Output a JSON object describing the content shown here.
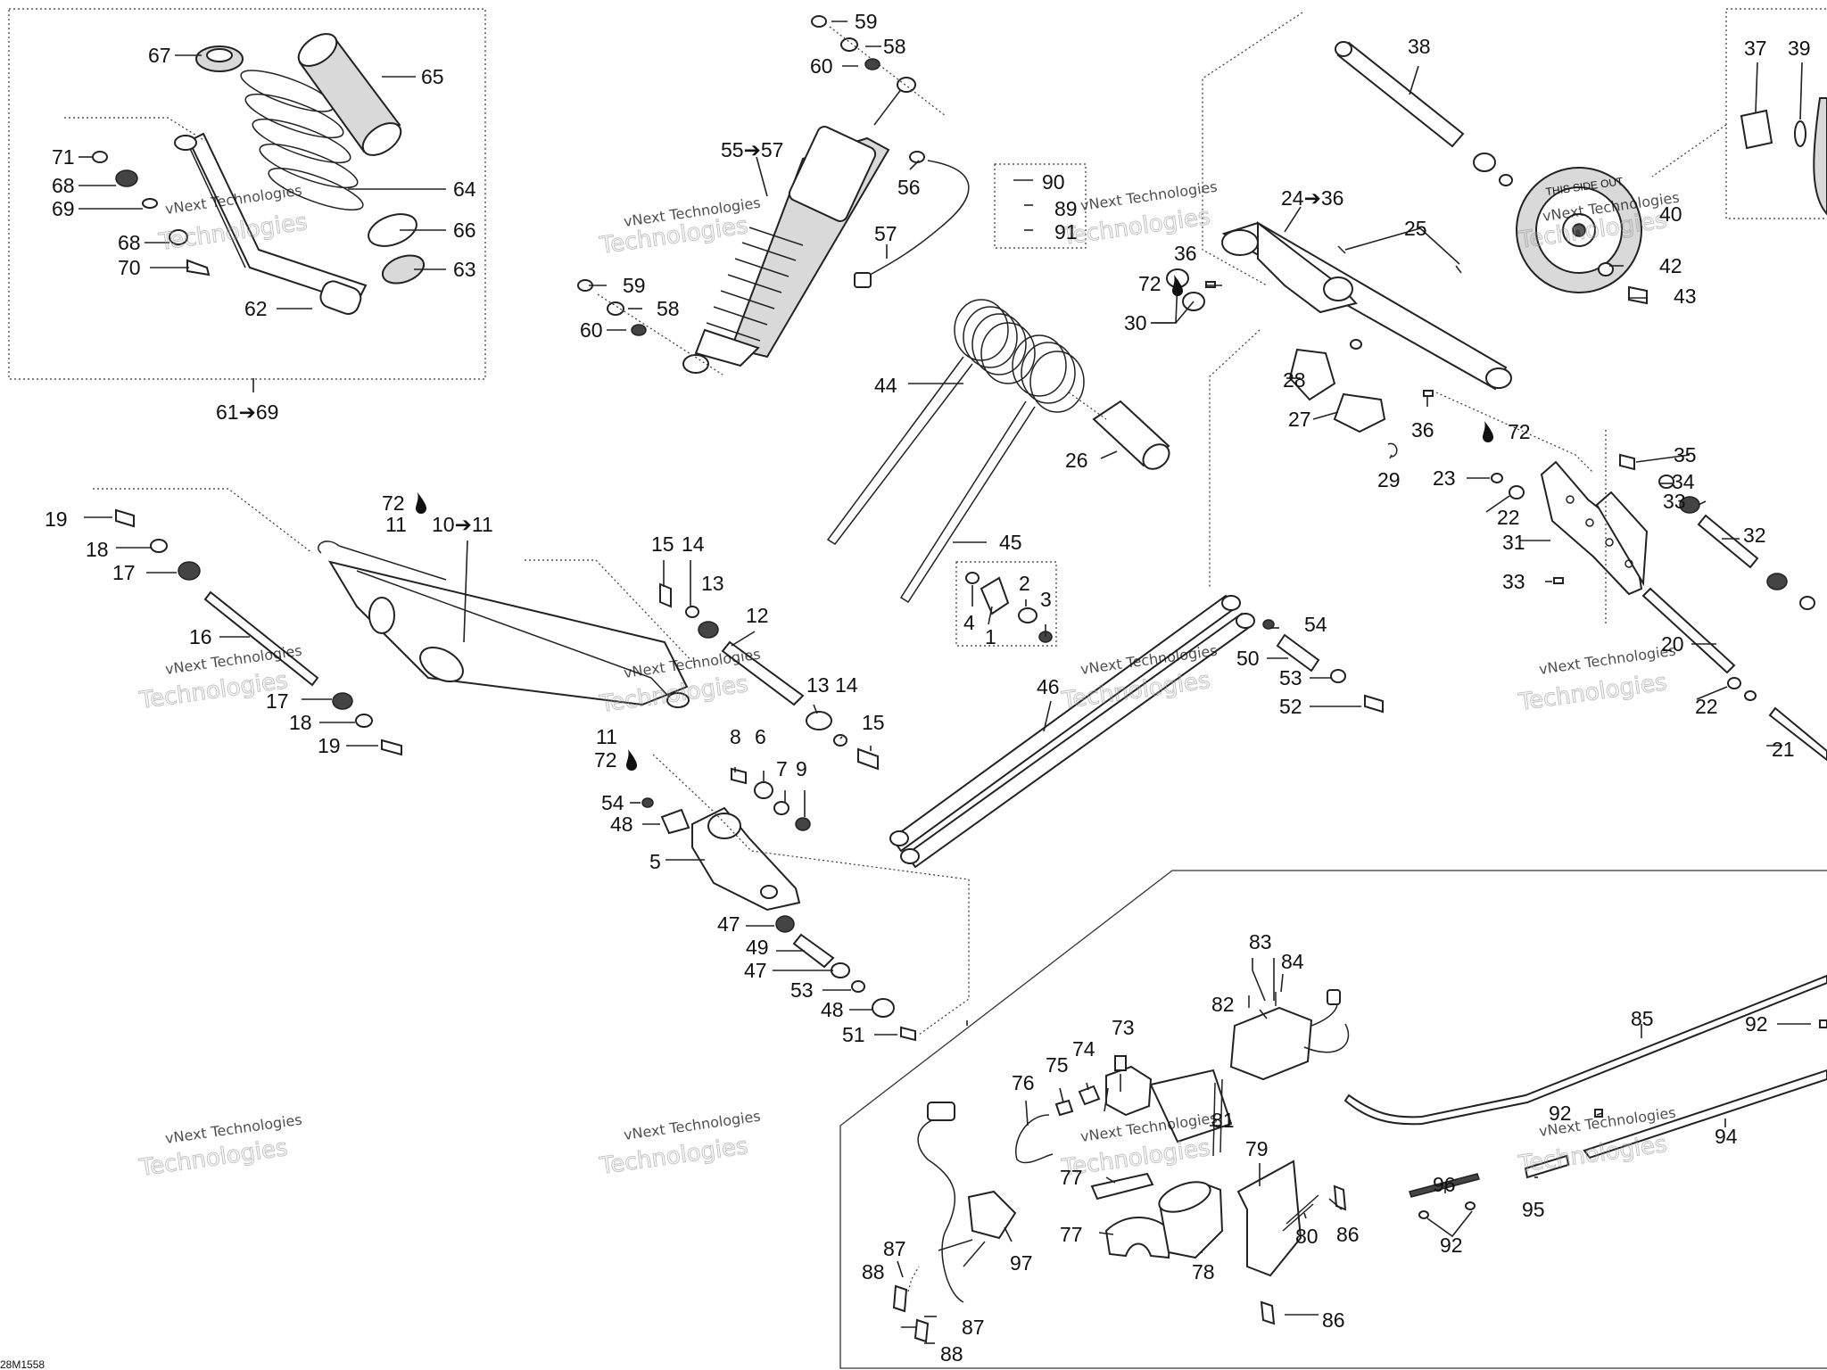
{
  "diagram": {
    "drawing_code": "28M1558",
    "watermark_line1": "vNext Technologies",
    "watermark_line2": "Technologies",
    "drop_symbol": "&#x1F4A7;",
    "labels": [
      {
        "id": "l1",
        "text": "1"
      },
      {
        "id": "l2",
        "text": "2"
      },
      {
        "id": "l3",
        "text": "3"
      },
      {
        "id": "l4",
        "text": "4"
      },
      {
        "id": "l5",
        "text": "5"
      },
      {
        "id": "l6",
        "text": "6"
      },
      {
        "id": "l7",
        "text": "7"
      },
      {
        "id": "l8",
        "text": "8"
      },
      {
        "id": "l9",
        "text": "9"
      },
      {
        "id": "l10",
        "text": "10➔11"
      },
      {
        "id": "l11a",
        "text": "11"
      },
      {
        "id": "l11b",
        "text": "11"
      },
      {
        "id": "l12",
        "text": "12"
      },
      {
        "id": "l13a",
        "text": "13"
      },
      {
        "id": "l13b",
        "text": "13"
      },
      {
        "id": "l14a",
        "text": "14"
      },
      {
        "id": "l14b",
        "text": "14"
      },
      {
        "id": "l15a",
        "text": "15"
      },
      {
        "id": "l15b",
        "text": "15"
      },
      {
        "id": "l16",
        "text": "16"
      },
      {
        "id": "l17a",
        "text": "17"
      },
      {
        "id": "l17b",
        "text": "17"
      },
      {
        "id": "l18a",
        "text": "18"
      },
      {
        "id": "l18b",
        "text": "18"
      },
      {
        "id": "l19a",
        "text": "19"
      },
      {
        "id": "l19b",
        "text": "19"
      },
      {
        "id": "l20",
        "text": "20"
      },
      {
        "id": "l21",
        "text": "21"
      },
      {
        "id": "l22a",
        "text": "22"
      },
      {
        "id": "l22b",
        "text": "22"
      },
      {
        "id": "l23",
        "text": "23"
      },
      {
        "id": "l24",
        "text": "24➔36"
      },
      {
        "id": "l25",
        "text": "25"
      },
      {
        "id": "l26",
        "text": "26"
      },
      {
        "id": "l27",
        "text": "27"
      },
      {
        "id": "l28",
        "text": "28"
      },
      {
        "id": "l29",
        "text": "29"
      },
      {
        "id": "l30",
        "text": "30"
      },
      {
        "id": "l31",
        "text": "31"
      },
      {
        "id": "l32",
        "text": "32"
      },
      {
        "id": "l33a",
        "text": "33"
      },
      {
        "id": "l33b",
        "text": "33"
      },
      {
        "id": "l34",
        "text": "34"
      },
      {
        "id": "l35",
        "text": "35"
      },
      {
        "id": "l36a",
        "text": "36"
      },
      {
        "id": "l36b",
        "text": "36"
      },
      {
        "id": "l37",
        "text": "37"
      },
      {
        "id": "l38",
        "text": "38"
      },
      {
        "id": "l39",
        "text": "39"
      },
      {
        "id": "l40",
        "text": "40"
      },
      {
        "id": "l42",
        "text": "42"
      },
      {
        "id": "l43",
        "text": "43"
      },
      {
        "id": "l44",
        "text": "44"
      },
      {
        "id": "l45",
        "text": "45"
      },
      {
        "id": "l46",
        "text": "46"
      },
      {
        "id": "l47a",
        "text": "47"
      },
      {
        "id": "l47b",
        "text": "47"
      },
      {
        "id": "l48a",
        "text": "48"
      },
      {
        "id": "l48b",
        "text": "48"
      },
      {
        "id": "l49",
        "text": "49"
      },
      {
        "id": "l50",
        "text": "50"
      },
      {
        "id": "l51",
        "text": "51"
      },
      {
        "id": "l52",
        "text": "52"
      },
      {
        "id": "l53a",
        "text": "53"
      },
      {
        "id": "l53b",
        "text": "53"
      },
      {
        "id": "l54a",
        "text": "54"
      },
      {
        "id": "l54b",
        "text": "54"
      },
      {
        "id": "l55",
        "text": "55➔57"
      },
      {
        "id": "l56",
        "text": "56"
      },
      {
        "id": "l57",
        "text": "57"
      },
      {
        "id": "l58a",
        "text": "58"
      },
      {
        "id": "l58b",
        "text": "58"
      },
      {
        "id": "l59a",
        "text": "59"
      },
      {
        "id": "l59b",
        "text": "59"
      },
      {
        "id": "l60a",
        "text": "60"
      },
      {
        "id": "l60b",
        "text": "60"
      },
      {
        "id": "l61",
        "text": "61➔69"
      },
      {
        "id": "l62",
        "text": "62"
      },
      {
        "id": "l63",
        "text": "63"
      },
      {
        "id": "l64",
        "text": "64"
      },
      {
        "id": "l65",
        "text": "65"
      },
      {
        "id": "l66",
        "text": "66"
      },
      {
        "id": "l67",
        "text": "67"
      },
      {
        "id": "l68a",
        "text": "68"
      },
      {
        "id": "l68b",
        "text": "68"
      },
      {
        "id": "l69",
        "text": "69"
      },
      {
        "id": "l70",
        "text": "70"
      },
      {
        "id": "l71",
        "text": "71"
      },
      {
        "id": "l72a",
        "text": "72"
      },
      {
        "id": "l72b",
        "text": "72"
      },
      {
        "id": "l72c",
        "text": "72"
      },
      {
        "id": "l72d",
        "text": "72"
      },
      {
        "id": "l73",
        "text": "73"
      },
      {
        "id": "l74",
        "text": "74"
      },
      {
        "id": "l75",
        "text": "75"
      },
      {
        "id": "l76",
        "text": "76"
      },
      {
        "id": "l77a",
        "text": "77"
      },
      {
        "id": "l77b",
        "text": "77"
      },
      {
        "id": "l78",
        "text": "78"
      },
      {
        "id": "l79",
        "text": "79"
      },
      {
        "id": "l80",
        "text": "80"
      },
      {
        "id": "l81",
        "text": "81"
      },
      {
        "id": "l82",
        "text": "82"
      },
      {
        "id": "l83",
        "text": "83"
      },
      {
        "id": "l84",
        "text": "84"
      },
      {
        "id": "l85",
        "text": "85"
      },
      {
        "id": "l86a",
        "text": "86"
      },
      {
        "id": "l86b",
        "text": "86"
      },
      {
        "id": "l87a",
        "text": "87"
      },
      {
        "id": "l87b",
        "text": "87"
      },
      {
        "id": "l88a",
        "text": "88"
      },
      {
        "id": "l88b",
        "text": "88"
      },
      {
        "id": "l89",
        "text": "89"
      },
      {
        "id": "l90",
        "text": "90"
      },
      {
        "id": "l91",
        "text": "91"
      },
      {
        "id": "l92a",
        "text": "92"
      },
      {
        "id": "l92b",
        "text": "92"
      },
      {
        "id": "l92c",
        "text": "92"
      },
      {
        "id": "l94",
        "text": "94"
      },
      {
        "id": "l95",
        "text": "95"
      },
      {
        "id": "l96",
        "text": "96"
      },
      {
        "id": "l97",
        "text": "97"
      }
    ],
    "wheel_text": "THIS SIDE OUT"
  }
}
